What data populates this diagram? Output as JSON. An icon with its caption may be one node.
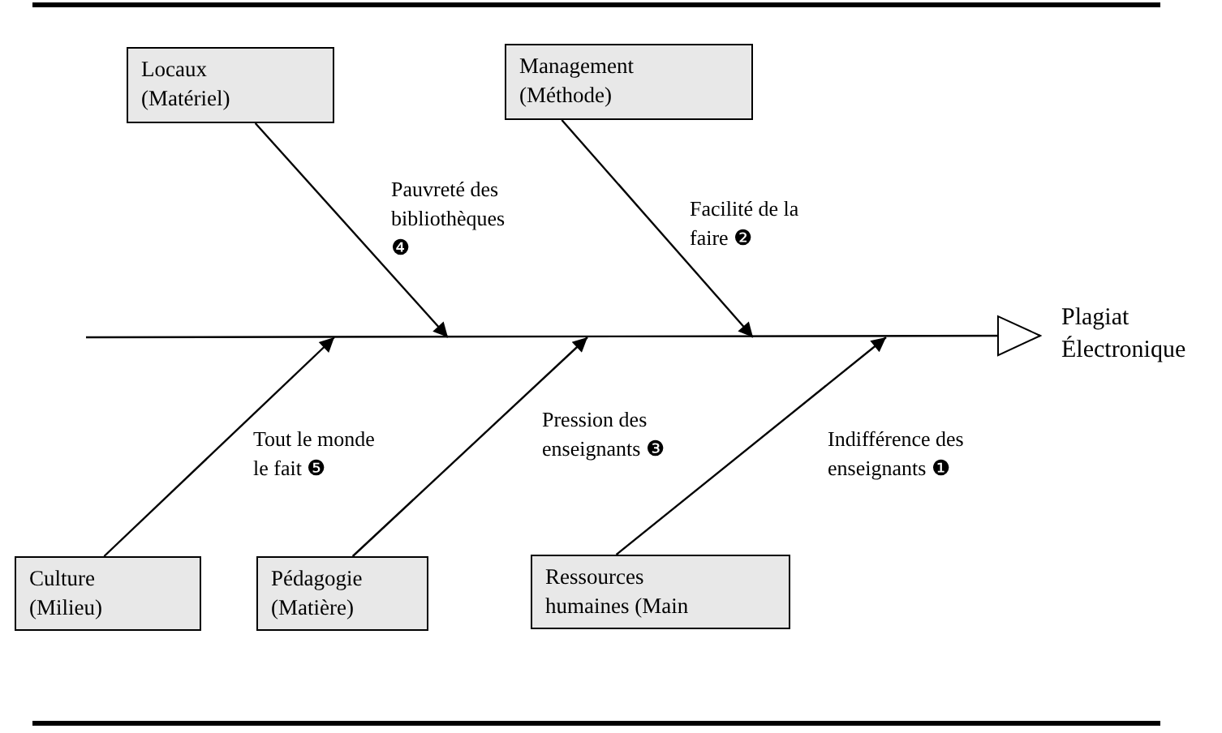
{
  "diagram": {
    "nodes": [
      {
        "text": [
          "Locaux (Matériel)"
        ]
      },
      {
        "text": [
          "Management (Méthode)"
        ]
      },
      {
        "text": [
          "Culture (Milieu)"
        ]
      },
      {
        "text": [
          "Pédagogie (Matière)"
        ]
      },
      {
        "text": [
          "Ressources humaines (Main"
        ]
      },
      {
        "text": [
          "Plagiat Électronique"
        ]
      }
    ],
    "edges": [
      {
        "from": 0,
        "to": null,
        "arrow": "to",
        "label": "Pauvreté des bibliothèques ❹"
      },
      {
        "from": 1,
        "to": null,
        "arrow": "to",
        "label": "Facilité de la faire ❷"
      },
      {
        "from": 2,
        "to": null,
        "arrow": "to",
        "label": "Tout le monde le fait ❺"
      },
      {
        "from": 3,
        "to": null,
        "arrow": "to",
        "label": "Pression des enseignants ❸"
      },
      {
        "from": 4,
        "to": null,
        "arrow": "to",
        "label": "Indifférence des enseignants ❶"
      },
      {
        "from": null,
        "to": 5,
        "arrow": "to"
      }
    ]
  }
}
